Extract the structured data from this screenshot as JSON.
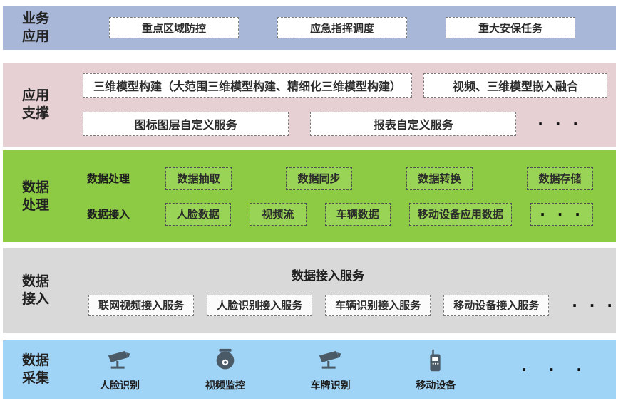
{
  "colors": {
    "business_band": "#a8b6d7",
    "support_band": "#e6d0d3",
    "processing_band": "#8ccb43",
    "processing_box": "#9ad457",
    "access_band": "#d9d9d9",
    "collection_band": "#a0d4f7",
    "box_border": "#7a7a7a",
    "text": "#2b2b2b",
    "icon": "#4a5a66"
  },
  "business": {
    "label": "业务\n应用",
    "items": [
      "重点区域防控",
      "应急指挥调度",
      "重大安保任务"
    ]
  },
  "support": {
    "label": "应用\n支撑",
    "row1": [
      "三维模型构建（大范围三维模型构建、精细化三维模型构建）",
      "视频、三维模型嵌入融合"
    ],
    "row2": [
      "图标图层自定义服务",
      "报表自定义服务"
    ],
    "ellipsis": "· · ·"
  },
  "processing": {
    "label": "数据\n处理",
    "row1_title": "数据处理",
    "row1": [
      "数据抽取",
      "数据同步",
      "数据转换",
      "数据存储"
    ],
    "row2_title": "数据接入",
    "row2": [
      "人脸数据",
      "视频流",
      "车辆数据",
      "移动设备应用数据"
    ],
    "ellipsis": "· · ·"
  },
  "access": {
    "label": "数据\n接入",
    "title": "数据接入服务",
    "items": [
      "联网视频接入服务",
      "人脸识别接入服务",
      "车辆识别接入服务",
      "移动设备接入服务"
    ],
    "ellipsis": "· · ·"
  },
  "collection": {
    "label": "数据\n采集",
    "items": [
      {
        "icon": "cctv-camera-icon",
        "label": "人脸识别"
      },
      {
        "icon": "dome-camera-icon",
        "label": "视频监控"
      },
      {
        "icon": "cctv-camera-icon",
        "label": "车牌识别"
      },
      {
        "icon": "walkie-talkie-icon",
        "label": "移动设备"
      }
    ],
    "ellipsis": "· · ·"
  }
}
